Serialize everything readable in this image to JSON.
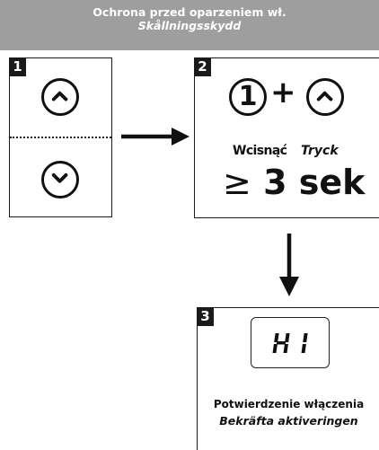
{
  "header": {
    "title_pl": "Ochrona przed oparzeniem wł.",
    "title_sv": "Skållningsskydd"
  },
  "steps": [
    {
      "number": "1",
      "buttons": [
        "up-button",
        "down-button"
      ]
    },
    {
      "number": "2",
      "button_one": "1",
      "plus": "+",
      "press_pl": "Wcisnąć",
      "press_sv": "Tryck",
      "duration_symbol": "≥",
      "duration": "3 sek"
    },
    {
      "number": "3",
      "display_text": "H I",
      "confirm_pl": "Potwierdzenie włączenia",
      "confirm_sv": "Bekräfta aktiveringen"
    }
  ],
  "icons": [
    "chevron-up-icon",
    "chevron-down-icon",
    "arrow-right-icon",
    "arrow-down-icon"
  ],
  "colors": {
    "banner": "#9e9e9e",
    "ink": "#1a1a1a"
  }
}
